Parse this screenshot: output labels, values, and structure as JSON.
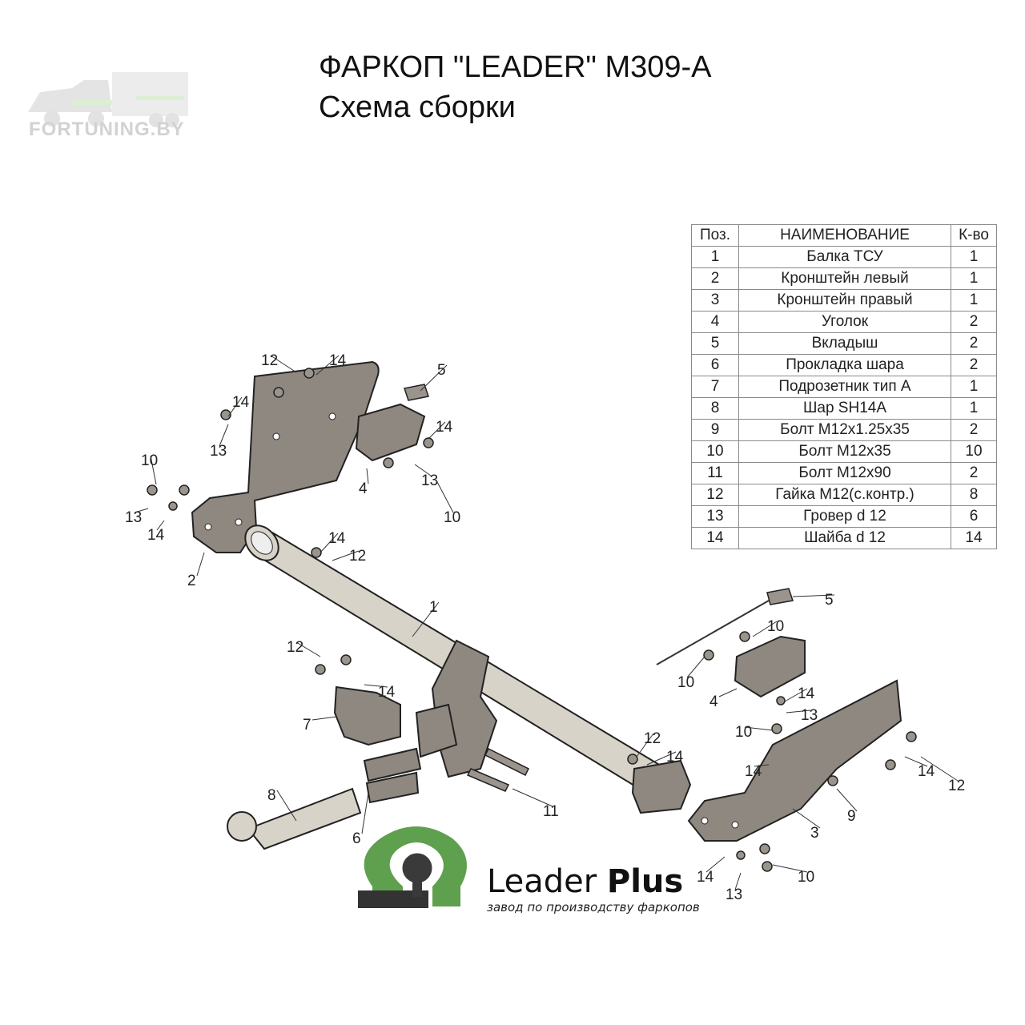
{
  "header": {
    "title": "ФАРКОП \"LEADER\" M309-A",
    "subtitle": "Схема сборки"
  },
  "watermark": {
    "text": "FORTUNING.BY"
  },
  "parts_table": {
    "columns": [
      "Поз.",
      "НАИМЕНОВАНИЕ",
      "К-во"
    ],
    "rows": [
      [
        "1",
        "Балка ТСУ",
        "1"
      ],
      [
        "2",
        "Кронштейн левый",
        "1"
      ],
      [
        "3",
        "Кронштейн правый",
        "1"
      ],
      [
        "4",
        "Уголок",
        "2"
      ],
      [
        "5",
        "Вкладыш",
        "2"
      ],
      [
        "6",
        "Прокладка шара",
        "2"
      ],
      [
        "7",
        "Подрозетник тип А",
        "1"
      ],
      [
        "8",
        "Шар SH14A",
        "1"
      ],
      [
        "9",
        "Болт М12х1.25х35",
        "2"
      ],
      [
        "10",
        "Болт М12х35",
        "10"
      ],
      [
        "11",
        "Болт М12х90",
        "2"
      ],
      [
        "12",
        "Гайка М12(с.контр.)",
        "8"
      ],
      [
        "13",
        "Гровер d 12",
        "6"
      ],
      [
        "14",
        "Шайба d 12",
        "14"
      ]
    ]
  },
  "callouts": [
    "12",
    "14",
    "14",
    "13",
    "5",
    "14",
    "13",
    "4",
    "10",
    "10",
    "13",
    "14",
    "2",
    "14",
    "12",
    "1",
    "12",
    "14",
    "7",
    "8",
    "6",
    "11",
    "12",
    "14",
    "5",
    "10",
    "10",
    "4",
    "14",
    "13",
    "10",
    "14",
    "14",
    "12",
    "9",
    "3",
    "10",
    "14",
    "13"
  ],
  "logo": {
    "name": "Leader",
    "name_bold": "Plus",
    "tagline": "завод по производству фаркопов",
    "colors": {
      "green": "#5fa04e",
      "dark": "#333333"
    }
  }
}
